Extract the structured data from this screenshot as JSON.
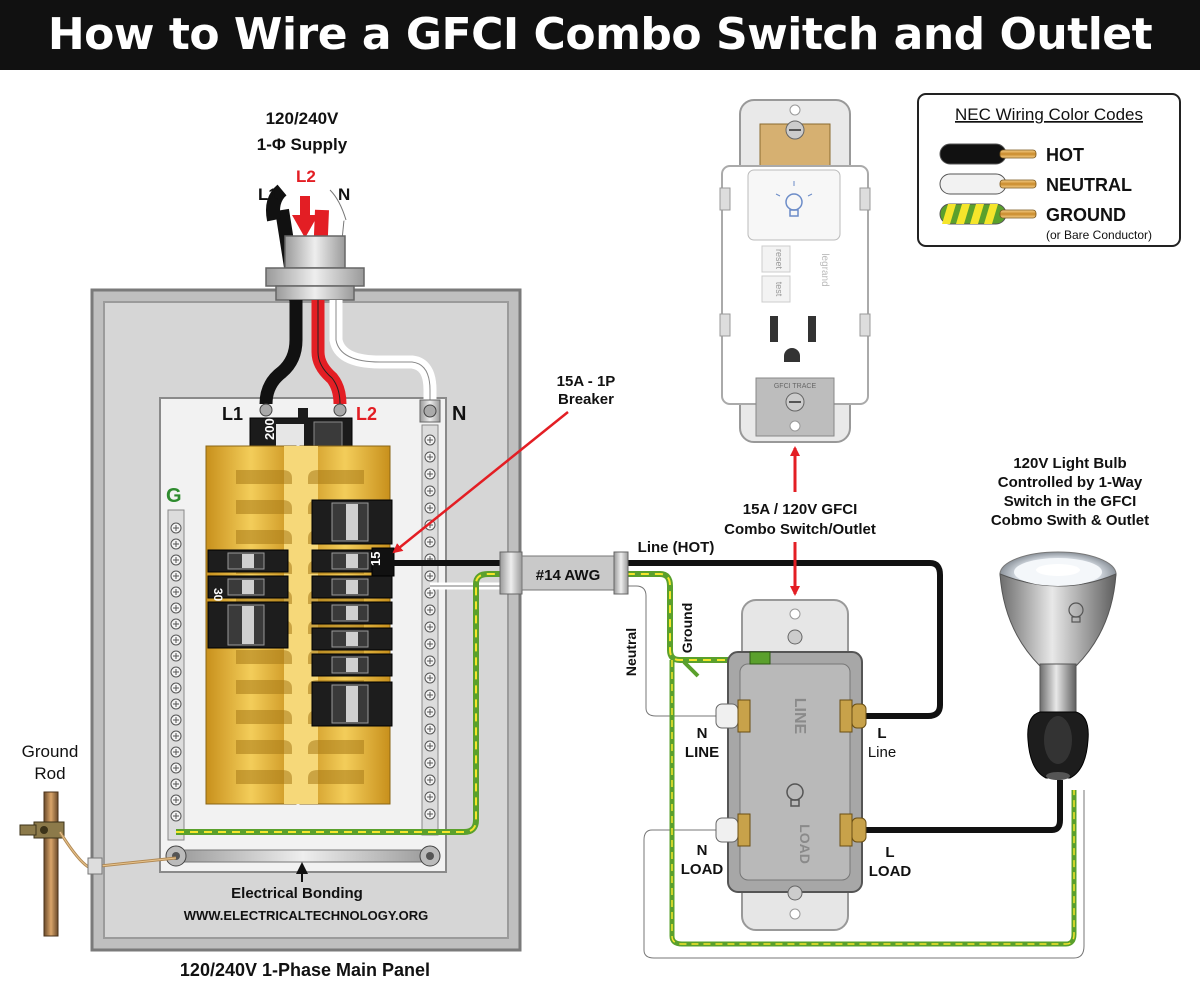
{
  "title": "How to Wire a GFCI Combo Switch and Outlet",
  "supply": {
    "line1": "120/240V",
    "line2": "1-Φ Supply",
    "l1": "L1",
    "l2": "L2",
    "n": "N"
  },
  "panel": {
    "l1": "L1",
    "l2": "L2",
    "n": "N",
    "g": "G",
    "main_rating": "200",
    "breaker_30": "30",
    "breaker_15": "15",
    "bonding": "Electrical Bonding",
    "website": "WWW.ELECTRICALTECHNOLOGY.ORG",
    "caption": "120/240V 1-Phase Main Panel"
  },
  "breaker_callout": {
    "line1": "15A - 1P",
    "line2": "Breaker"
  },
  "ground_rod": {
    "line1": "Ground",
    "line2": "Rod"
  },
  "cable": {
    "awg": "#14 AWG",
    "line_hot": "Line (HOT)",
    "ground": "Ground",
    "neutral": "Neutral"
  },
  "device": {
    "callout_line1": "15A / 120V GFCI",
    "callout_line2": "Combo Switch/Outlet",
    "n_line": [
      "N",
      "LINE"
    ],
    "l_line": [
      "L",
      "Line"
    ],
    "n_load": [
      "N",
      "LOAD"
    ],
    "l_load": [
      "L",
      "LOAD"
    ],
    "reset": "reset",
    "test": "test",
    "legrand": "legrand",
    "gfci_trace": "GFCI TRACE",
    "back_line": "LINE",
    "back_load": "LOAD"
  },
  "bulb": {
    "line1": "120V Light Bulb",
    "line2": "Controlled by 1-Way",
    "line3": "Switch in the GFCI",
    "line4": "Cobmo Swith & Outlet"
  },
  "legend": {
    "title": "NEC Wiring  Color Codes",
    "items": [
      {
        "label": "HOT",
        "color": "#111111"
      },
      {
        "label": "NEUTRAL",
        "color": "#f2f2f2"
      },
      {
        "label": "GROUND",
        "color": "#5aa02c"
      }
    ],
    "ground_note": "(or Bare Conductor)"
  },
  "colors": {
    "hot": "#111111",
    "l2": "#e31e24",
    "neutral": "#ffffff",
    "ground_green": "#5aa02c",
    "ground_yellow": "#f5e52b",
    "busbar": "#e2b12d",
    "arrow": "#e31e24"
  }
}
